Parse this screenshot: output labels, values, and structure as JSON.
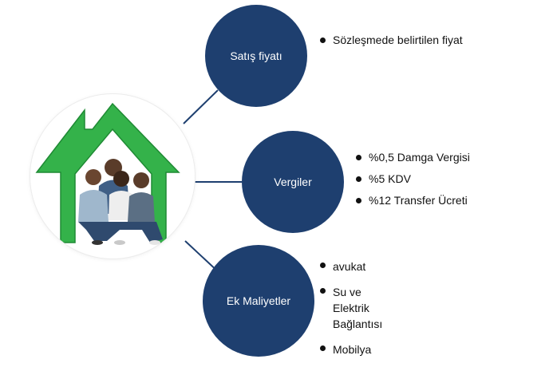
{
  "colors": {
    "node_fill": "#1e3f6f",
    "connector": "#1e3f6f",
    "house_green": "#34b24a",
    "bullet": "#111111"
  },
  "hub": {
    "image": "house-family-icon"
  },
  "nodes": [
    {
      "label": "Satış fiyatı",
      "bullets": [
        "Sözleşmede belirtilen fiyat"
      ]
    },
    {
      "label": "Vergiler",
      "bullets": [
        "%0,5 Damga Vergisi",
        "%5 KDV",
        "%12 Transfer Ücreti"
      ]
    },
    {
      "label": "Ek Maliyetler",
      "bullets": [
        "avukat",
        "Su ve Elektrik Bağlantısı",
        "Mobilya"
      ]
    }
  ]
}
